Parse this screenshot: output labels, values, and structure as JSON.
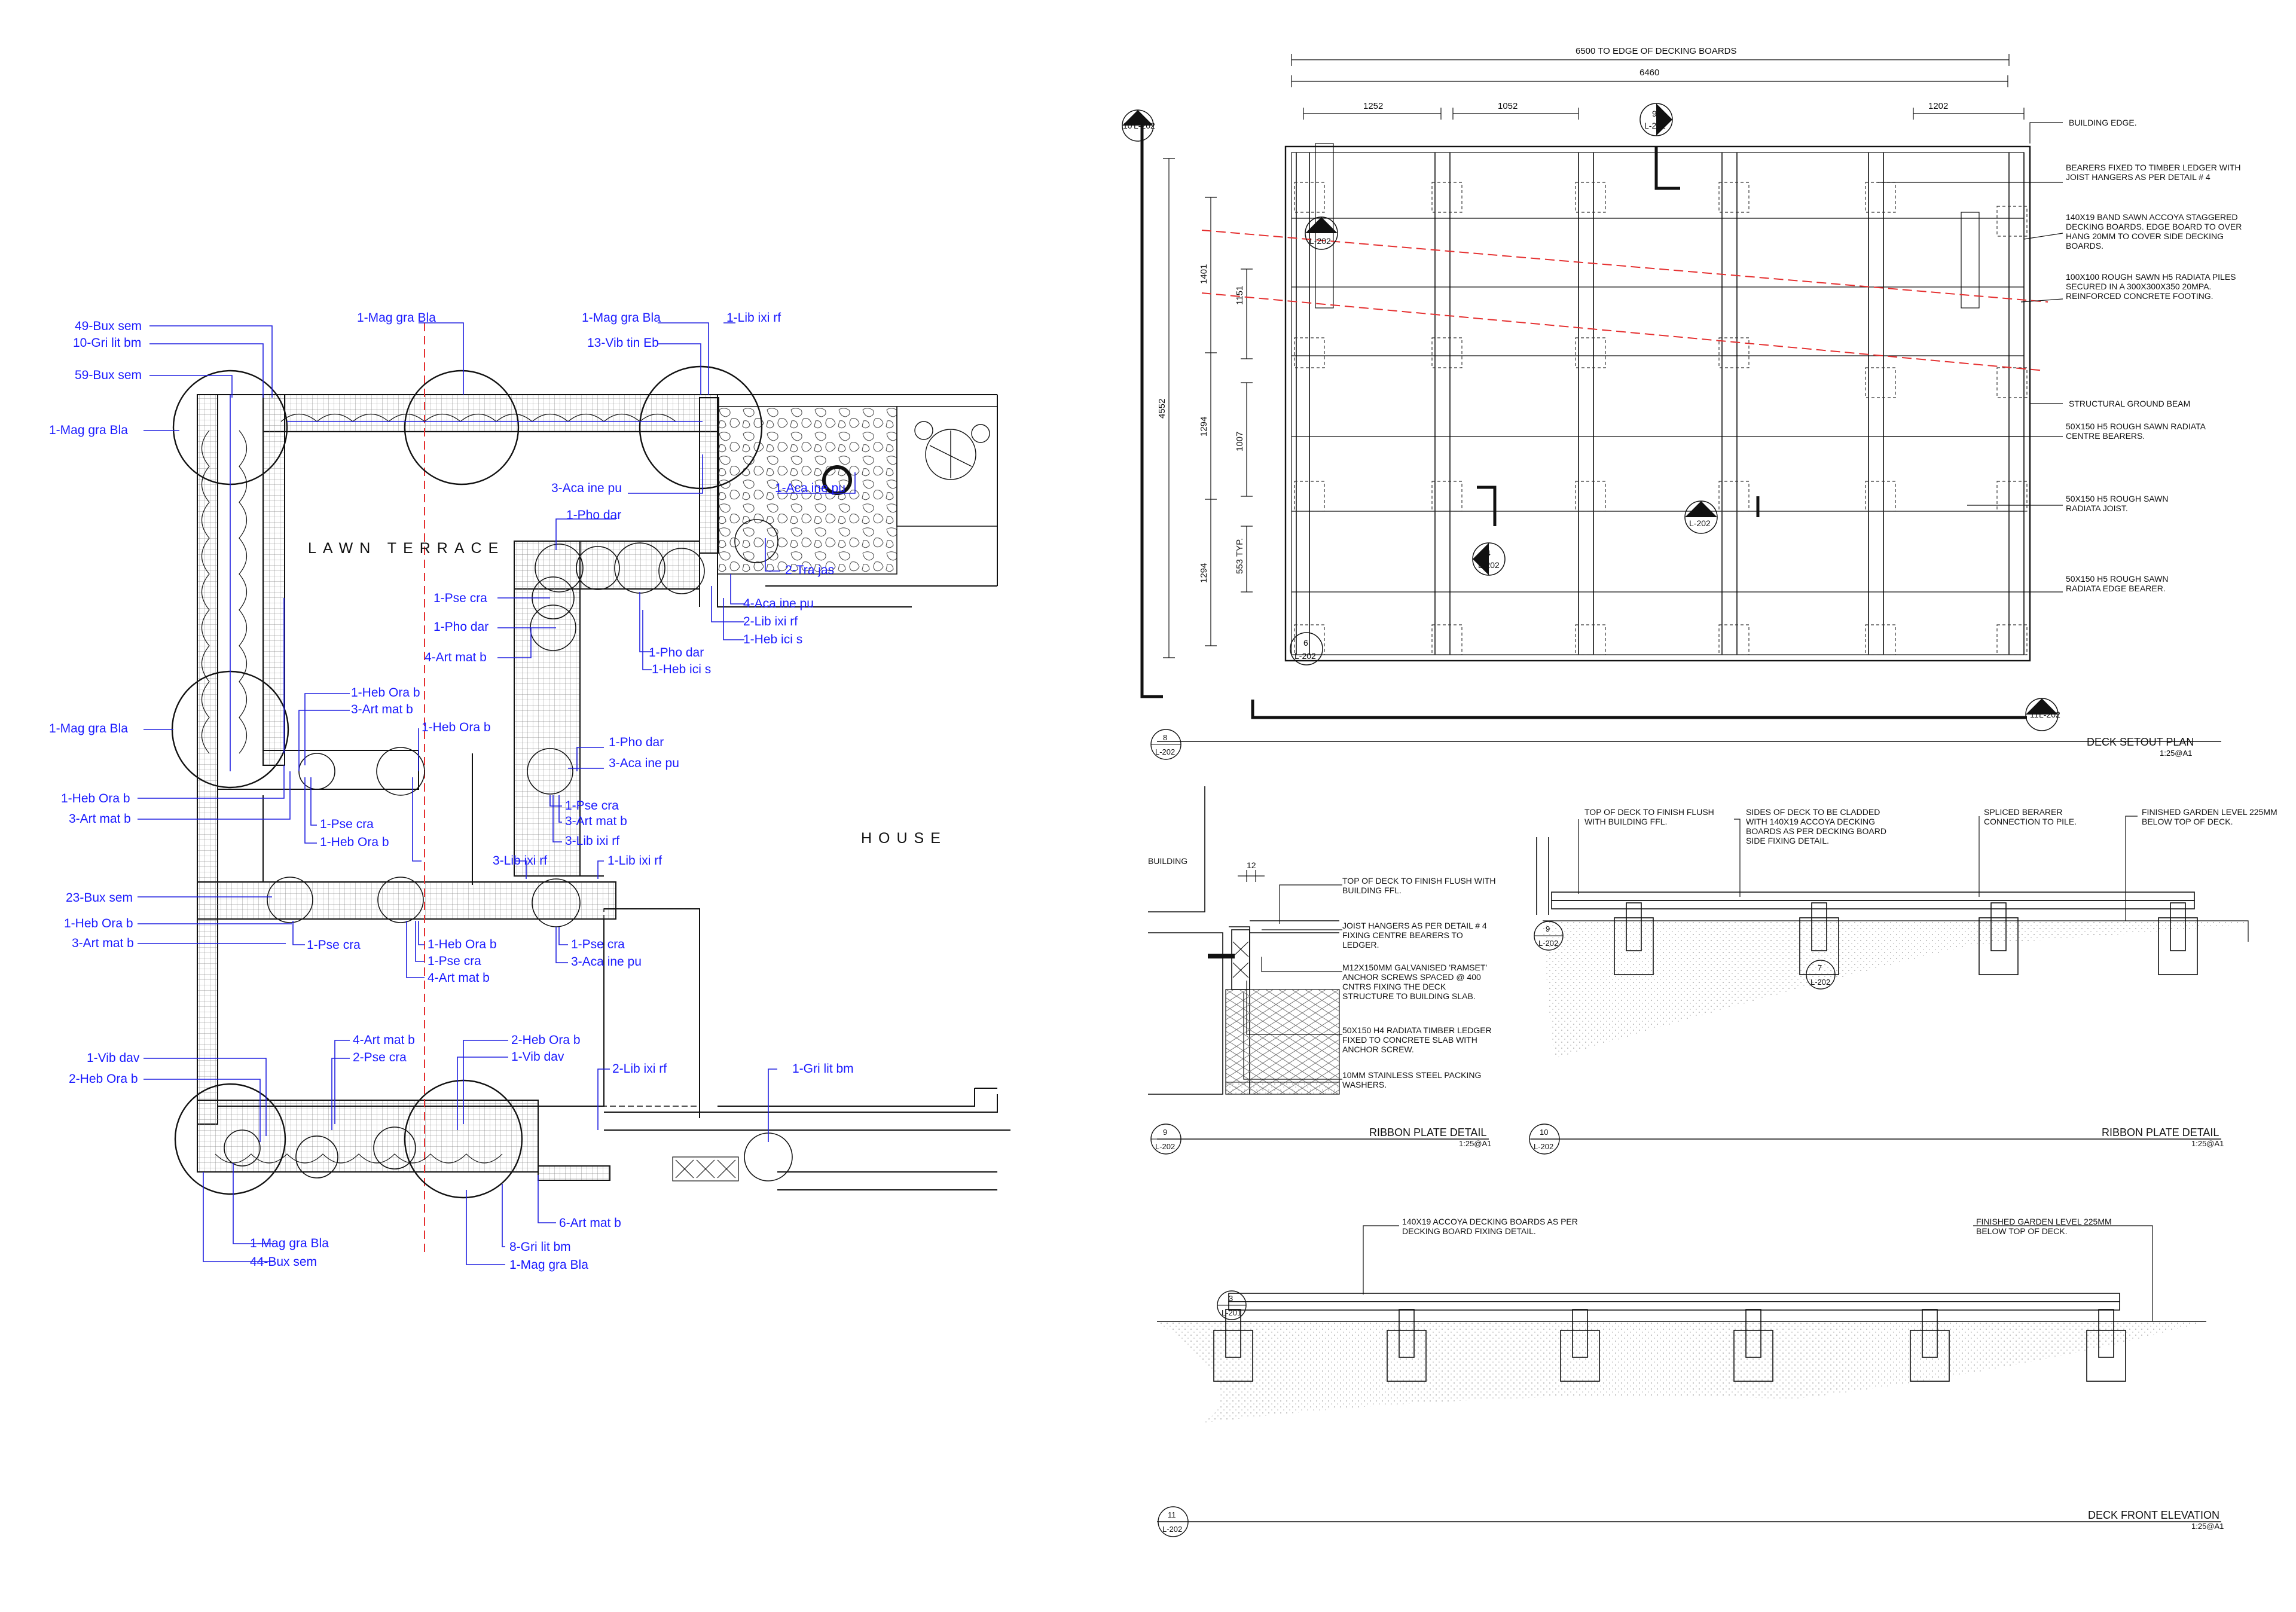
{
  "planting_plan": {
    "areas": {
      "lawn_terrace": "LAWN TERRACE",
      "house": "HOUSE"
    },
    "labels": [
      "49-Bux sem",
      "10-Gri lit bm",
      "59-Bux sem",
      "1-Mag gra Bla",
      "1-Mag gra Bla",
      "1-Mag gra Bla",
      "13-Vib tin Eb",
      "1-Lib ixi rf",
      "3-Aca ine pu",
      "1-Aca ine pu",
      "1-Pho dar",
      "2-Tra jas",
      "1-Pse cra",
      "4-Aca ine pu",
      "1-Pho dar",
      "2-Lib ixi rf",
      "1-Heb ici s",
      "4-Art mat b",
      "1-Pho dar",
      "1-Heb ici s",
      "1-Heb Ora b",
      "3-Art mat b",
      "1-Mag gra Bla",
      "1-Heb Ora b",
      "1-Pho dar",
      "3-Aca ine pu",
      "1-Heb Ora b",
      "3-Art mat b",
      "1-Pse cra",
      "1-Heb Ora b",
      "1-Pse cra",
      "3-Art mat b",
      "3-Lib ixi rf",
      "3-Lib ixi rf",
      "1-Lib ixi rf",
      "23-Bux sem",
      "1-Heb Ora b",
      "3-Art mat b",
      "1-Pse cra",
      "1-Heb Ora b",
      "1-Pse cra",
      "4-Art mat b",
      "1-Pse cra",
      "3-Aca ine pu",
      "4-Art mat b",
      "2-Pse cra",
      "2-Heb Ora b",
      "1-Vib dav",
      "1-Vib dav",
      "2-Heb Ora b",
      "2-Lib ixi rf",
      "1-Gri lit bm",
      "6-Art mat b",
      "1-Mag gra Bla",
      "8-Gri lit bm",
      "44-Bux sem",
      "1-Mag gra Bla"
    ]
  },
  "deck_setout_plan": {
    "dims": {
      "overall": "6500 TO EDGE OF DECKING BOARDS",
      "inner": "6460",
      "top": [
        "1252",
        "1052",
        "1202"
      ],
      "left_total": "4552",
      "left": [
        "1401",
        "1294",
        "1294"
      ],
      "inner_left": [
        "1151",
        "1007",
        "553 TYP."
      ]
    },
    "notes": [
      "BUILDING EDGE.",
      "BEARERS FIXED TO TIMBER LEDGER WITH JOIST HANGERS AS PER DETAIL # 4",
      "140X19 BAND SAWN ACCOYA STAGGERED DECKING BOARDS. EDGE BOARD TO OVER HANG 20MM TO COVER SIDE DECKING BOARDS.",
      "100X100 ROUGH SAWN H5 RADIATA PILES SECURED IN A 300X300X350 20MPA. REINFORCED CONCRETE FOOTING.",
      "STRUCTURAL GROUND BEAM",
      "50X150 H5 ROUGH SAWN RADIATA CENTRE BEARERS.",
      "50X150 H5 ROUGH SAWN RADIATA JOIST.",
      "50X150 H5 ROUGH SAWN RADIATA EDGE BEARER."
    ],
    "callouts": {
      "c1": {
        "num": "10",
        "ref": "L-202"
      },
      "c2": {
        "num": "9",
        "ref": "L-202"
      },
      "c3": {
        "num": "2",
        "ref": "L-202"
      },
      "c4": {
        "num": "5",
        "ref": "L-202"
      },
      "c5": {
        "num": "4",
        "ref": "L-202"
      },
      "c6": {
        "num": "6",
        "ref": "L-202"
      },
      "c7": {
        "num": "11",
        "ref": "L-202"
      }
    },
    "title": {
      "num": "8",
      "ref": "L-202",
      "name": "DECK SETOUT PLAN",
      "scale": "1:25@A1"
    }
  },
  "ribbon_plate_detail_9": {
    "building": "BUILDING",
    "dim": "12",
    "notes": [
      "TOP OF DECK TO FINISH FLUSH WITH BUILDING FFL.",
      "JOIST HANGERS AS PER DETAIL # 4 FIXING CENTRE BEARERS TO LEDGER.",
      "M12X150MM GALVANISED 'RAMSET' ANCHOR SCREWS SPACED @ 400 CNTRS FIXING THE DECK STRUCTURE TO BUILDING SLAB.",
      "50X150 H4 RADIATA TIMBER LEDGER FIXED TO CONCRETE SLAB WITH ANCHOR SCREW.",
      "10MM STAINLESS STEEL PACKING WASHERS."
    ],
    "title": {
      "num": "9",
      "ref": "L-202",
      "name": "RIBBON PLATE DETAIL",
      "scale": "1:25@A1"
    }
  },
  "ribbon_plate_detail_10": {
    "notes": [
      "TOP OF DECK TO FINISH FLUSH WITH BUILDING FFL.",
      "SIDES OF DECK TO BE CLADDED WITH 140X19 ACCOYA DECKING BOARDS AS PER DECKING BOARD SIDE FIXING DETAIL.",
      "SPLICED BERARER CONNECTION TO PILE.",
      "FINISHED GARDEN LEVEL 225MM BELOW TOP OF DECK."
    ],
    "callouts": {
      "c1": {
        "num": "9",
        "ref": "L-202"
      },
      "c2": {
        "num": "7",
        "ref": "L-202"
      }
    },
    "title": {
      "num": "10",
      "ref": "L-202",
      "name": "RIBBON PLATE DETAIL",
      "scale": "1:25@A1"
    }
  },
  "deck_front_elevation": {
    "notes": [
      "140X19 ACCOYA DECKING BOARDS AS PER DECKING BOARD FIXING DETAIL.",
      "FINISHED GARDEN LEVEL 225MM BELOW TOP OF DECK."
    ],
    "callout": {
      "num": "3",
      "ref": "L-201"
    },
    "title": {
      "num": "11",
      "ref": "L-202",
      "name": "DECK FRONT ELEVATION",
      "scale": "1:25@A1"
    }
  }
}
